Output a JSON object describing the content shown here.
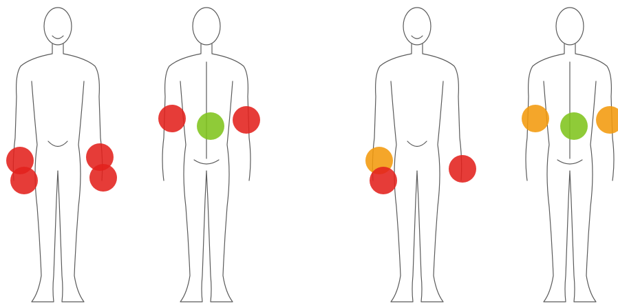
{
  "figures": [
    {
      "id": "figure-1",
      "view": "front",
      "markers": [
        {
          "site": "right-wrist-upper",
          "severity": "severe"
        },
        {
          "site": "right-wrist-lower",
          "severity": "severe"
        },
        {
          "site": "left-wrist-upper",
          "severity": "severe"
        },
        {
          "site": "left-wrist-lower",
          "severity": "severe"
        }
      ]
    },
    {
      "id": "figure-2",
      "view": "back",
      "markers": [
        {
          "site": "left-elbow",
          "severity": "severe"
        },
        {
          "site": "lower-back",
          "severity": "mild"
        },
        {
          "site": "right-elbow",
          "severity": "severe"
        }
      ]
    },
    {
      "id": "figure-3",
      "view": "front",
      "markers": [
        {
          "site": "right-wrist-upper",
          "severity": "moderate"
        },
        {
          "site": "right-wrist-lower",
          "severity": "severe"
        },
        {
          "site": "left-wrist",
          "severity": "severe"
        }
      ]
    },
    {
      "id": "figure-4",
      "view": "back",
      "markers": [
        {
          "site": "left-elbow",
          "severity": "moderate"
        },
        {
          "site": "lower-back",
          "severity": "mild"
        },
        {
          "site": "right-elbow",
          "severity": "moderate"
        }
      ]
    }
  ],
  "colors": {
    "severe": "#e3211d",
    "moderate": "#f29a0c",
    "mild": "#7fc41c",
    "outline": "#5a5a5a"
  }
}
